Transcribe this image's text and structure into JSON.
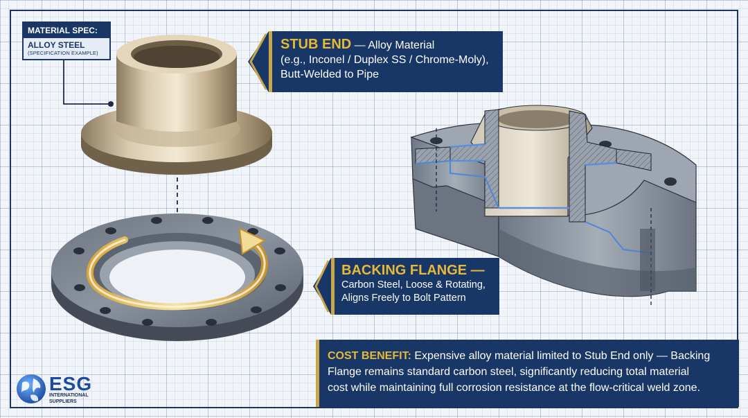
{
  "material_spec": {
    "header": "MATERIAL SPEC:",
    "value": "ALLOY STEEL",
    "note": "(SPECIFICATION EXAMPLE)"
  },
  "stub_end": {
    "title": "STUB END",
    "line1_rest": " — Alloy Material",
    "line2": "(e.g., Inconel / Duplex SS / Chrome-Moly),",
    "line3": "Butt-Welded to Pipe"
  },
  "backing_flange": {
    "title": "BACKING FLANGE —",
    "line1": "Carbon Steel, Loose & Rotating,",
    "line2": "Aligns Freely to Bolt Pattern"
  },
  "cost_benefit": {
    "title": "COST BENEFIT:",
    "line1_rest": " Expensive alloy material limited to Stub End only — Backing",
    "line2": "Flange remains standard carbon steel, significantly reducing total material",
    "line3": "cost while maintaining full corrosion resistance at the flow-critical weld zone."
  },
  "logo": {
    "name": "ESG",
    "line1": "INTERNATIONAL",
    "line2": "SUPPLIERS"
  },
  "colors": {
    "navy": "#183666",
    "gold": "#e6b93a",
    "grid": "#f1f4f8"
  },
  "icons": [
    "globe-icon",
    "rotation-arrow-icon",
    "callout-pointer-icon"
  ]
}
